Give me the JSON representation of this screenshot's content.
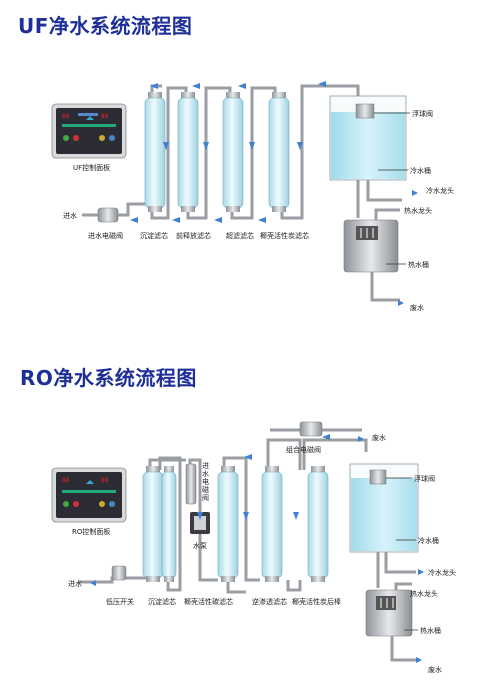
{
  "uf": {
    "title": "UF净水系统流程图",
    "panel_label": "UF控制面板",
    "inlet": "进水",
    "stage_labels": [
      "进水电磁阀",
      "沉淀滤芯",
      "前释放滤芯",
      "超滤滤芯",
      "椰壳活性炭滤芯"
    ],
    "float_valve": "浮球阀",
    "cold_tank": "冷水桶",
    "cold_tap": "冷水龙头",
    "hot_tap": "热水龙头",
    "hot_tank": "热水桶",
    "waste": "废水"
  },
  "ro": {
    "title": "RO净水系统流程图",
    "panel_label": "RO控制面板",
    "inlet": "进水",
    "inlet_valve_vertical": "进水电磁阀",
    "pump": "水泵",
    "combo_valve": "组合电磁阀",
    "waste_top": "废水",
    "stage_labels": [
      "低压开关",
      "沉淀滤芯",
      "椰壳活性碳滤芯",
      "逆渗透滤芯",
      "椰壳活性炭后棒"
    ],
    "float_valve": "浮球阀",
    "cold_tank": "冷水桶",
    "cold_tap": "冷水龙头",
    "hot_tap": "热水龙头",
    "hot_tank": "热水桶",
    "waste": "废水"
  },
  "colors": {
    "title": "#1e2f97",
    "pipe": "#9a9ea3",
    "filter_glass": "#cfeef6",
    "water": "#b9e8f2",
    "arrow": "#3f7fd6",
    "panel": "#2c2c35"
  }
}
